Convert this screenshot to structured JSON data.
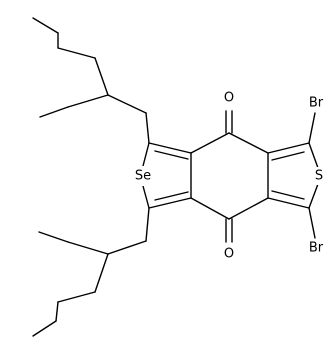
{
  "molecule": {
    "atom_labels": {
      "carbonyl_top": "O",
      "carbonyl_bottom": "O",
      "bromine_top": "Br",
      "bromine_bottom": "Br",
      "thiophene_sulfur": "S",
      "selenophene_selenium": "Se"
    }
  }
}
